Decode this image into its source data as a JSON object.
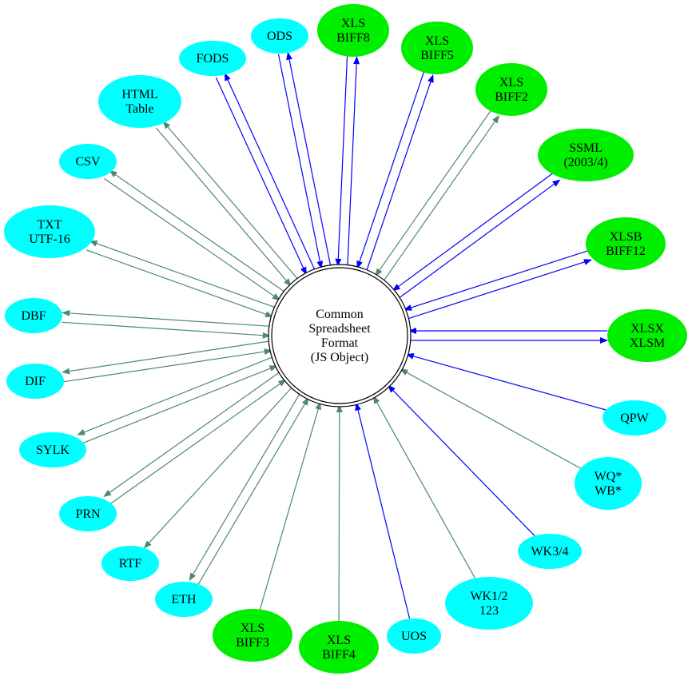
{
  "colors": {
    "cyan_node": "#00ffff",
    "green_node": "#00ee00",
    "blue_edge": "#0000ff",
    "teal_edge": "#4a8a6e",
    "center_fill": "#ffffff",
    "outline": "#000000"
  },
  "center": {
    "id": "csf",
    "lines": [
      "Common",
      "Spreadsheet",
      "Format",
      "(JS Object)"
    ]
  },
  "nodes": [
    {
      "id": "ods",
      "lines": [
        "ODS"
      ],
      "fill": "cyan",
      "edge": "blue",
      "dir": "both"
    },
    {
      "id": "xls-biff8",
      "lines": [
        "XLS",
        "BIFF8"
      ],
      "fill": "green",
      "edge": "blue",
      "dir": "both"
    },
    {
      "id": "xls-biff5",
      "lines": [
        "XLS",
        "BIFF5"
      ],
      "fill": "green",
      "edge": "blue",
      "dir": "both"
    },
    {
      "id": "xls-biff2",
      "lines": [
        "XLS",
        "BIFF2"
      ],
      "fill": "green",
      "edge": "teal",
      "dir": "both"
    },
    {
      "id": "ssml",
      "lines": [
        "SSML",
        "(2003/4)"
      ],
      "fill": "green",
      "edge": "blue",
      "dir": "both"
    },
    {
      "id": "xlsb",
      "lines": [
        "XLSB",
        "BIFF12"
      ],
      "fill": "green",
      "edge": "blue",
      "dir": "both"
    },
    {
      "id": "xlsx",
      "lines": [
        "XLSX",
        "XLSM"
      ],
      "fill": "green",
      "edge": "blue",
      "dir": "both"
    },
    {
      "id": "qpw",
      "lines": [
        "QPW"
      ],
      "fill": "cyan",
      "edge": "blue",
      "dir": "in"
    },
    {
      "id": "wq",
      "lines": [
        "WQ*",
        "WB*"
      ],
      "fill": "cyan",
      "edge": "teal",
      "dir": "in"
    },
    {
      "id": "wk34",
      "lines": [
        "WK3/4"
      ],
      "fill": "cyan",
      "edge": "blue",
      "dir": "in"
    },
    {
      "id": "wk12",
      "lines": [
        "WK1/2",
        "123"
      ],
      "fill": "cyan",
      "edge": "teal",
      "dir": "in"
    },
    {
      "id": "uos",
      "lines": [
        "UOS"
      ],
      "fill": "cyan",
      "edge": "blue",
      "dir": "in"
    },
    {
      "id": "xls-biff4",
      "lines": [
        "XLS",
        "BIFF4"
      ],
      "fill": "green",
      "edge": "teal",
      "dir": "in"
    },
    {
      "id": "xls-biff3",
      "lines": [
        "XLS",
        "BIFF3"
      ],
      "fill": "green",
      "edge": "teal",
      "dir": "in"
    },
    {
      "id": "eth",
      "lines": [
        "ETH"
      ],
      "fill": "cyan",
      "edge": "teal",
      "dir": "both"
    },
    {
      "id": "rtf",
      "lines": [
        "RTF"
      ],
      "fill": "cyan",
      "edge": "teal",
      "dir": "out"
    },
    {
      "id": "prn",
      "lines": [
        "PRN"
      ],
      "fill": "cyan",
      "edge": "teal",
      "dir": "both"
    },
    {
      "id": "sylk",
      "lines": [
        "SYLK"
      ],
      "fill": "cyan",
      "edge": "teal",
      "dir": "both"
    },
    {
      "id": "dif",
      "lines": [
        "DIF"
      ],
      "fill": "cyan",
      "edge": "teal",
      "dir": "both"
    },
    {
      "id": "dbf",
      "lines": [
        "DBF"
      ],
      "fill": "cyan",
      "edge": "teal",
      "dir": "both"
    },
    {
      "id": "txt",
      "lines": [
        "TXT",
        "UTF-16"
      ],
      "fill": "cyan",
      "edge": "teal",
      "dir": "both"
    },
    {
      "id": "csv",
      "lines": [
        "CSV"
      ],
      "fill": "cyan",
      "edge": "teal",
      "dir": "both"
    },
    {
      "id": "html",
      "lines": [
        "HTML",
        "Table"
      ],
      "fill": "cyan",
      "edge": "teal",
      "dir": "both"
    },
    {
      "id": "fods",
      "lines": [
        "FODS"
      ],
      "fill": "cyan",
      "edge": "blue",
      "dir": "both"
    }
  ]
}
